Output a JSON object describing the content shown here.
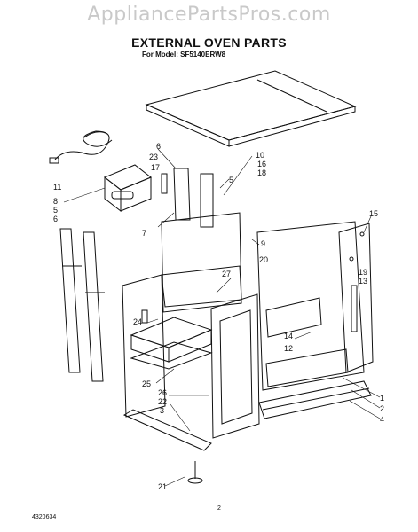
{
  "watermark": "AppliancePartsPros.com",
  "title": "EXTERNAL OVEN PARTS",
  "model": "For Model: SF5140ERW8",
  "part_labels": [
    "6",
    "23",
    "17",
    "5",
    "10",
    "16",
    "18",
    "11",
    "8",
    "5",
    "6",
    "7",
    "9",
    "15",
    "20",
    "27",
    "19",
    "13",
    "24",
    "14",
    "12",
    "25",
    "26",
    "22",
    "3",
    "1",
    "2",
    "4",
    "21"
  ],
  "doc_number": "4320634",
  "page_number": "2"
}
